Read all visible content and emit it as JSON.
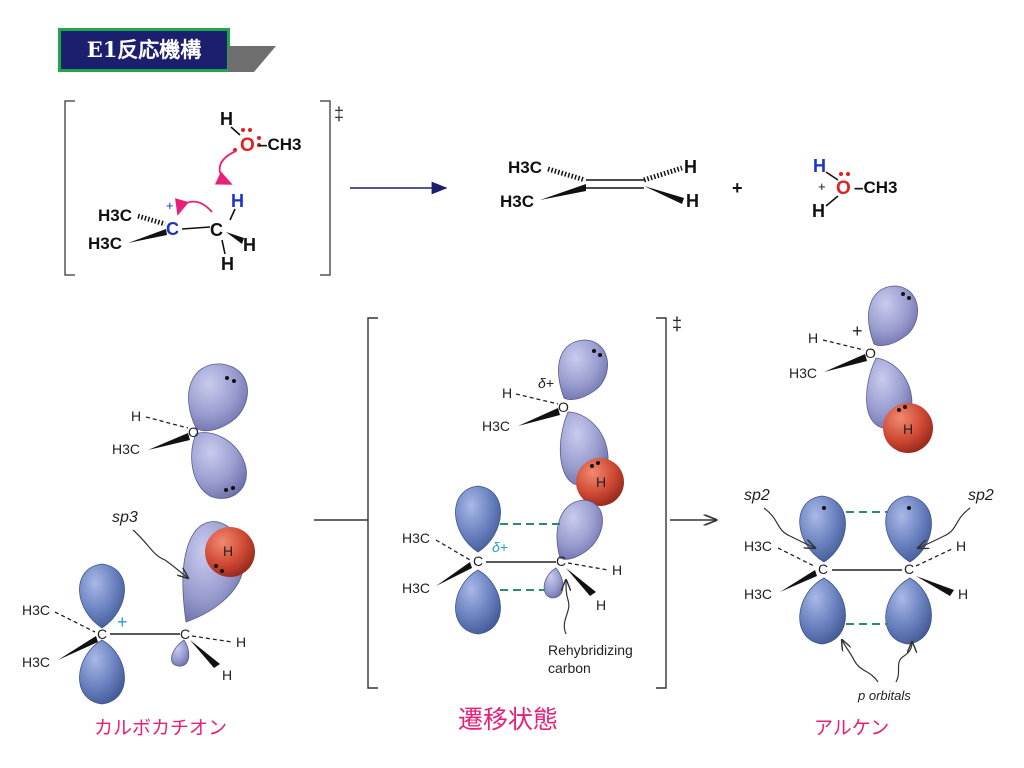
{
  "title": "E1反応機構",
  "top": {
    "ddagger": "‡",
    "h_top": "H",
    "o_top": "O",
    "ch3_top": "–CH3",
    "plus_cation": "+",
    "h_leaving": "H",
    "c_cation": "C",
    "c_beta": "C",
    "h3c_a": "H3C",
    "h3c_b": "H3C",
    "h_right": "H",
    "h_bottom": "H",
    "alkene": {
      "h3c_a": "H3C",
      "h3c_b": "H3C",
      "h_a": "H",
      "h_b": "H"
    },
    "plus_sign": "+",
    "oxonium": {
      "h_top": "H",
      "plus": "+",
      "o": "O",
      "h_bottom": "H",
      "ch3": "–CH3"
    }
  },
  "left_panel": {
    "h_methanol": "H",
    "o": "O",
    "h3c_methanol": "H3C",
    "sp3": "sp3",
    "h_ball": "H",
    "c_cation": "C",
    "plus": "+",
    "c_beta": "C",
    "h3c_a": "H3C",
    "h3c_b": "H3C",
    "h_a": "H",
    "h_b": "H"
  },
  "center_panel": {
    "ddagger": "‡",
    "delta_o": "δ+",
    "h_o": "H",
    "o": "O",
    "h3c_o": "H3C",
    "h_ball": "H",
    "c_a": "C",
    "delta_c": "δ+",
    "c_b": "C",
    "h3c_a": "H3C",
    "h3c_b": "H3C",
    "h_a": "H",
    "h_b": "H",
    "rehyb_line1": "Rehybridizing",
    "rehyb_line2": "carbon"
  },
  "right_panel": {
    "h_o": "H",
    "plus": "+",
    "o": "O",
    "h3c_o": "H3C",
    "h_ball": "H",
    "sp2_left": "sp2",
    "sp2_right": "sp2",
    "c_a": "C",
    "c_b": "C",
    "h3c_a": "H3C",
    "h3c_b": "H3C",
    "h_a": "H",
    "h_b": "H",
    "p_orbitals": "p orbitals"
  },
  "captions": {
    "carbocation": "カルボカチオン",
    "transition_state": "遷移状態",
    "alkene": "アルケン"
  },
  "colors": {
    "title_bg": "#1c1f6e",
    "title_border": "#1aa84a",
    "caption": "#e8207a",
    "arrow_top": "#1c1f6e",
    "curved_arrow": "#e8207a",
    "oxygen_text": "#e02020",
    "cation_carbon": "#1a33cc",
    "delta_text": "#2aa0c0",
    "lobe_light": "#9b9fd0",
    "lobe_blue": "#6a82c0",
    "h_ball": "#d04a35",
    "dashed_green": "#2e8b6a"
  }
}
